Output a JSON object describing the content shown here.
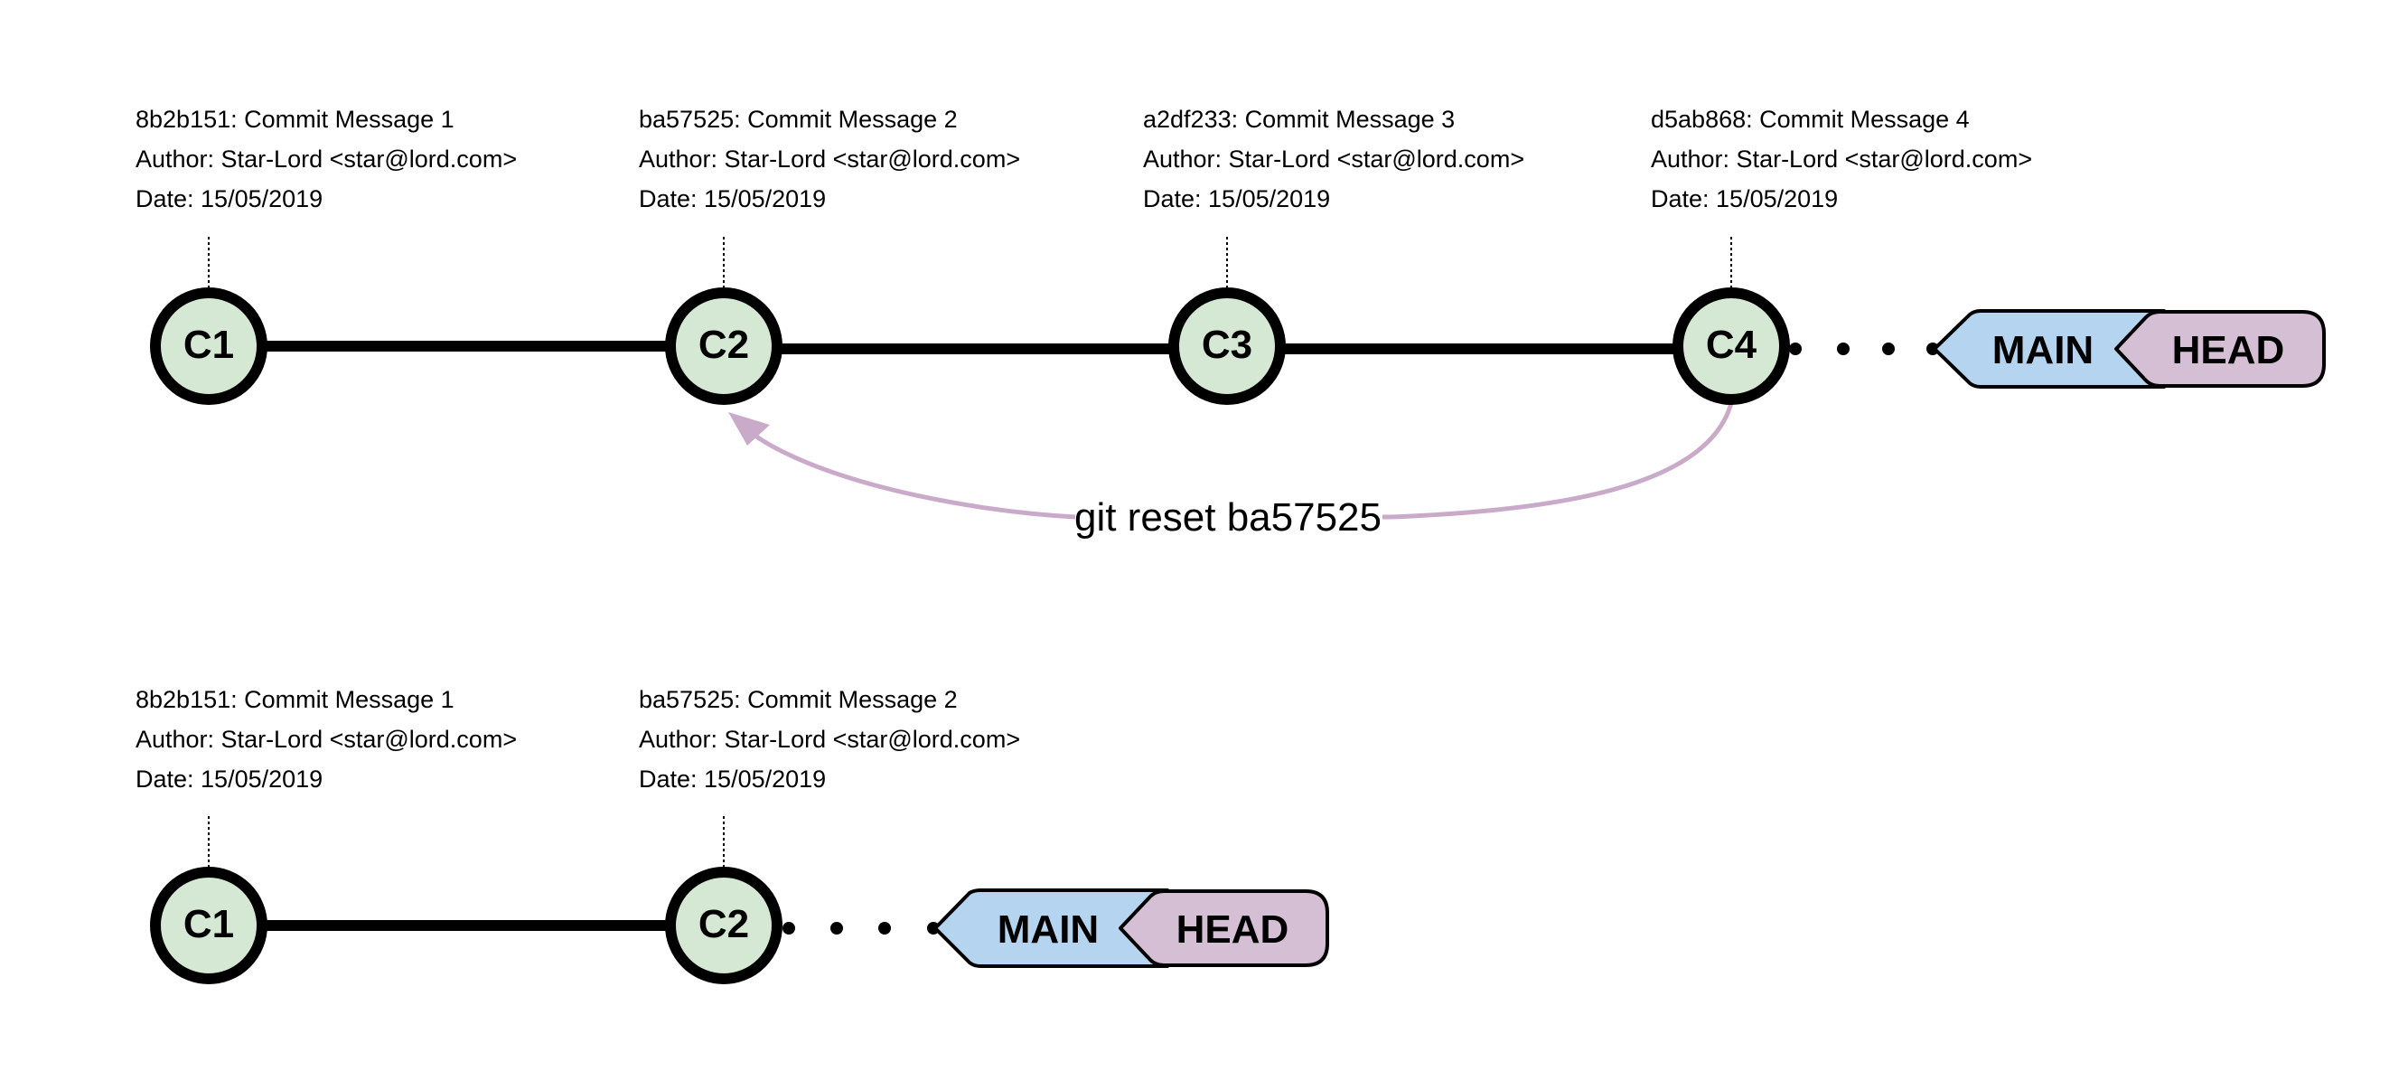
{
  "colors": {
    "commit_fill": "#d5e8d4",
    "main_fill": "#b4d4ef",
    "head_fill": "#d5bfd5",
    "arrow_color": "#c9aac9",
    "line_color": "#000000"
  },
  "top": {
    "commits": [
      {
        "id": "C1",
        "hash_line": "8b2b151: Commit Message 1",
        "author_line": "Author: Star-Lord <star@lord.com>",
        "date_line": "Date: 15/05/2019"
      },
      {
        "id": "C2",
        "hash_line": "ba57525: Commit Message 2",
        "author_line": "Author: Star-Lord <star@lord.com>",
        "date_line": "Date: 15/05/2019"
      },
      {
        "id": "C3",
        "hash_line": "a2df233: Commit Message 3",
        "author_line": "Author: Star-Lord <star@lord.com>",
        "date_line": "Date: 15/05/2019"
      },
      {
        "id": "C4",
        "hash_line": "d5ab868: Commit Message 4",
        "author_line": "Author: Star-Lord <star@lord.com>",
        "date_line": "Date: 15/05/2019"
      }
    ],
    "main_label": "MAIN",
    "head_label": "HEAD",
    "command": "git reset ba57525"
  },
  "bottom": {
    "commits": [
      {
        "id": "C1",
        "hash_line": "8b2b151: Commit Message 1",
        "author_line": "Author: Star-Lord <star@lord.com>",
        "date_line": "Date: 15/05/2019"
      },
      {
        "id": "C2",
        "hash_line": "ba57525: Commit Message 2",
        "author_line": "Author: Star-Lord <star@lord.com>",
        "date_line": "Date: 15/05/2019"
      }
    ],
    "main_label": "MAIN",
    "head_label": "HEAD"
  }
}
